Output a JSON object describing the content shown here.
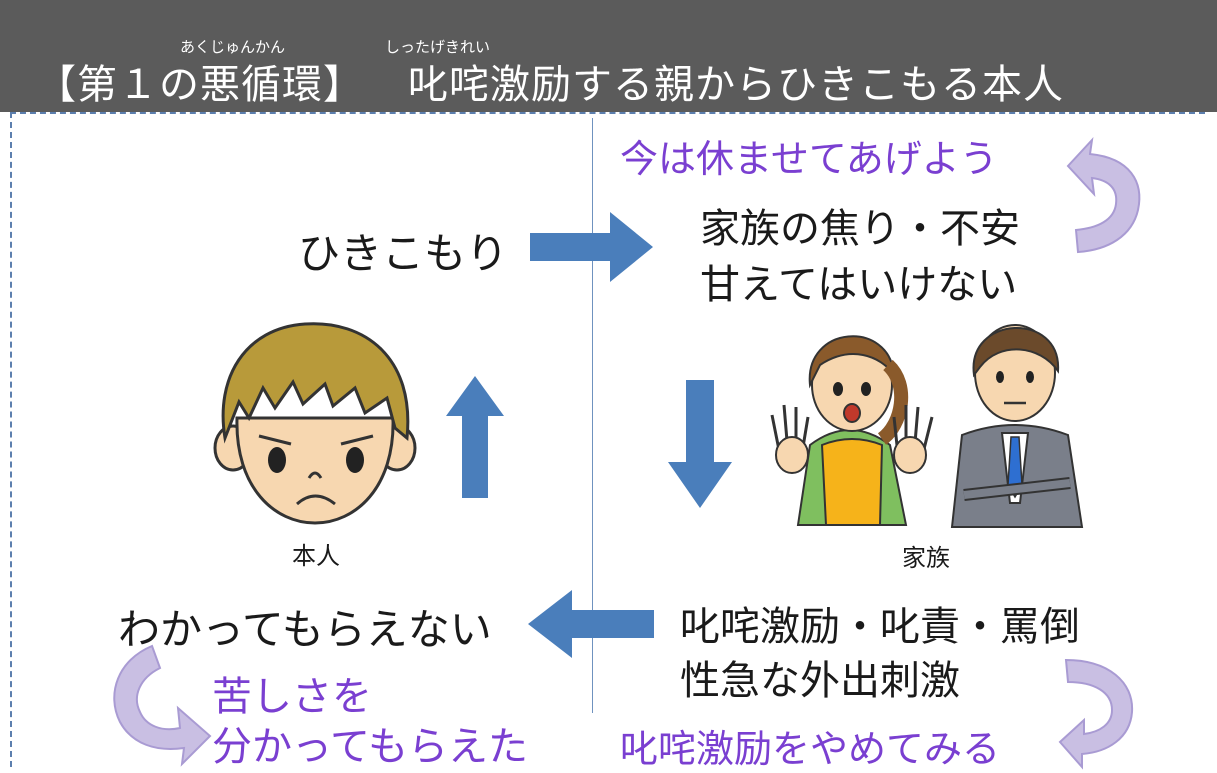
{
  "header": {
    "title_main": "【第１の悪循環】",
    "title_sub": "叱咤激励する親からひきこもる本人",
    "ruby_akujunkan": "あくじゅんかん",
    "ruby_shittagekirei": "しったげきれい"
  },
  "diagram": {
    "top_left": "ひきこもり",
    "top_right_hint": "今は休ませてあげよう",
    "top_right_line1": "家族の焦り・不安",
    "top_right_line2": "甘えてはいけない",
    "person_label": "本人",
    "family_label": "家族",
    "bottom_right_line1": "叱咤激励・叱責・罵倒",
    "bottom_right_line2": "性急な外出刺激",
    "bottom_right_hint": "叱咤激励をやめてみる",
    "bottom_left": "わかってもらえない",
    "bottom_left_hint1": "苦しさを",
    "bottom_left_hint2": "分かってもらえた"
  },
  "colors": {
    "header_bg": "#5b5b5b",
    "arrow_blue": "#4a7ebb",
    "hint_purple": "#7a3fd1",
    "curved_arrow_fill": "#c9bfe3",
    "dashed_border": "#5c7fae"
  }
}
